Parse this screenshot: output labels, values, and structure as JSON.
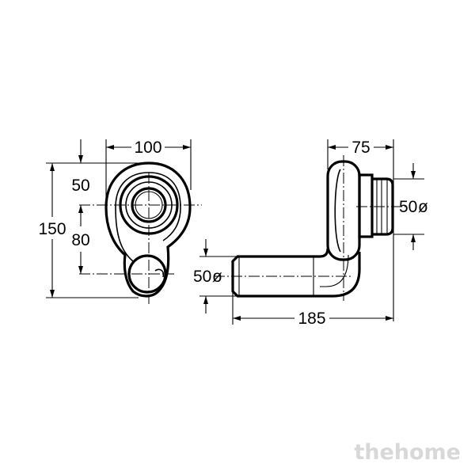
{
  "drawing": {
    "front_view": {
      "width_dim": "100",
      "height_dim": "150",
      "offset_top_dim": "50",
      "center_distance_dim": "80"
    },
    "side_view": {
      "depth_dim": "75",
      "outlet_diameter_dim": "50",
      "inlet_diameter_dim": "50",
      "length_dim": "185",
      "diameter_symbol": "ø"
    }
  },
  "watermark": "thehome"
}
